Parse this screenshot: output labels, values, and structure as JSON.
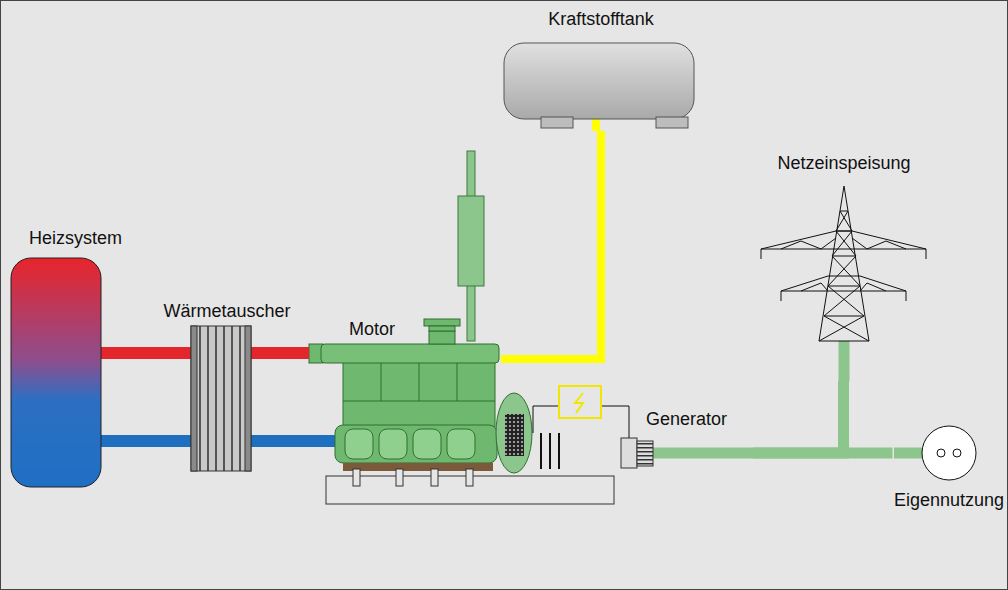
{
  "diagram": {
    "nodes": [
      {
        "text": [
          "Kraftstofftank"
        ]
      },
      {
        "text": [
          "Netzeinspeisung"
        ]
      },
      {
        "text": [
          "Heizsystem"
        ]
      },
      {
        "text": [
          "Wärmetauscher"
        ]
      },
      {
        "text": [
          "Motor"
        ]
      },
      {
        "text": [
          "Generator"
        ]
      },
      {
        "text": [
          "Eigennutzung"
        ]
      }
    ],
    "edges": [
      {
        "from": 2,
        "to": 3,
        "arrow": "none"
      },
      {
        "from": 2,
        "to": 3,
        "arrow": "none"
      },
      {
        "from": 3,
        "to": 4,
        "arrow": "none"
      },
      {
        "from": 3,
        "to": 4,
        "arrow": "none"
      },
      {
        "from": 0,
        "to": 4,
        "arrow": "none"
      },
      {
        "from": 5,
        "to": 1,
        "arrow": "none"
      },
      {
        "from": 5,
        "to": 6,
        "arrow": "none"
      }
    ]
  }
}
